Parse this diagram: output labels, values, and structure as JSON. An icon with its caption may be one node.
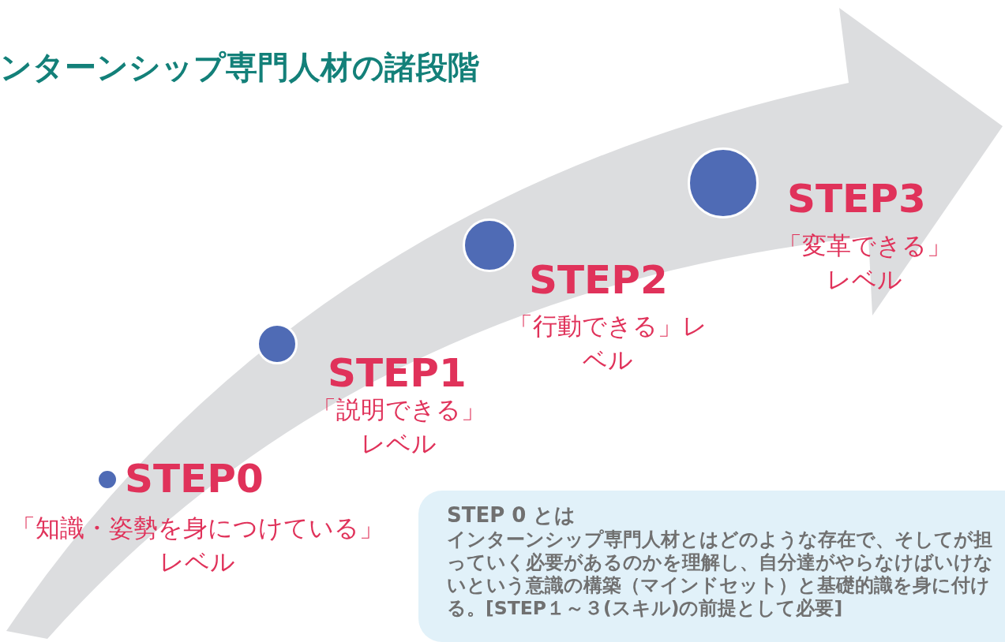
{
  "diagram": {
    "title": "ンターンシップ専門人材の諸段階",
    "nodes": [
      {
        "text": [],
        "shape": "circle",
        "beside": [
          "STEP0",
          "「知識・姿勢を身につけている」レベル"
        ]
      },
      {
        "text": [],
        "shape": "circle",
        "beside": [
          "STEP1",
          "「説明できる」レベル"
        ]
      },
      {
        "text": [],
        "shape": "circle",
        "beside": [
          "STEP2",
          "「行動できる」レベル"
        ]
      },
      {
        "text": [],
        "shape": "circle",
        "beside": [
          "STEP3",
          "「変革できる」レベル"
        ]
      },
      {
        "text": [
          "STEP 0 とは",
          "インターンシップ専門人材とはどのような存在で、そしてが担っていく必要があるのかを理解し、自分達がやらなけばいけないという意識の構築（マインドセット）と基礎的識を身に付ける。[STEP１～３(スキル)の前提として必要]"
        ]
      }
    ]
  }
}
